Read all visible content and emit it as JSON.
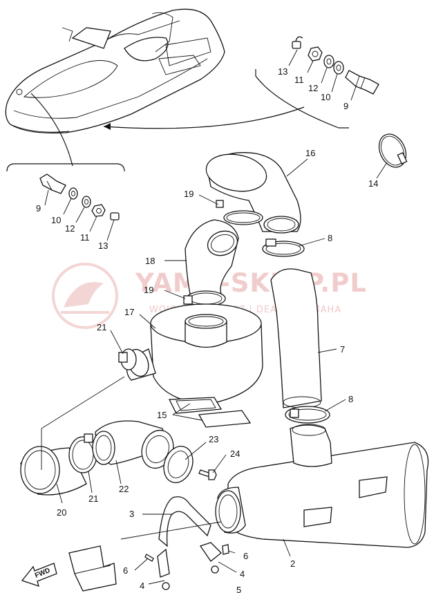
{
  "watermark": {
    "title": "YAMA-SKLEP.PL",
    "subtitle": "WOJCIECH ... WICZ | DEALER YAMAHA",
    "color": "#e7a3a3"
  },
  "fwd_label": "FWD",
  "callouts": {
    "c2": "2",
    "c3": "3",
    "c4a": "4",
    "c4b": "4",
    "c6a": "6",
    "c6b": "6",
    "c7": "7",
    "c8a": "8",
    "c8b": "8",
    "c9a": "9",
    "c9b": "9",
    "c10a": "10",
    "c10b": "10",
    "c11a": "11",
    "c11b": "11",
    "c12a": "12",
    "c12b": "12",
    "c13a": "13",
    "c13b": "13",
    "c14": "14",
    "c15": "15",
    "c16": "16",
    "c17": "17",
    "c18": "18",
    "c19a": "19",
    "c19b": "19",
    "c20": "20",
    "c21a": "21",
    "c21b": "21",
    "c22": "22",
    "c23": "23",
    "c24": "24",
    "c5": "5"
  }
}
